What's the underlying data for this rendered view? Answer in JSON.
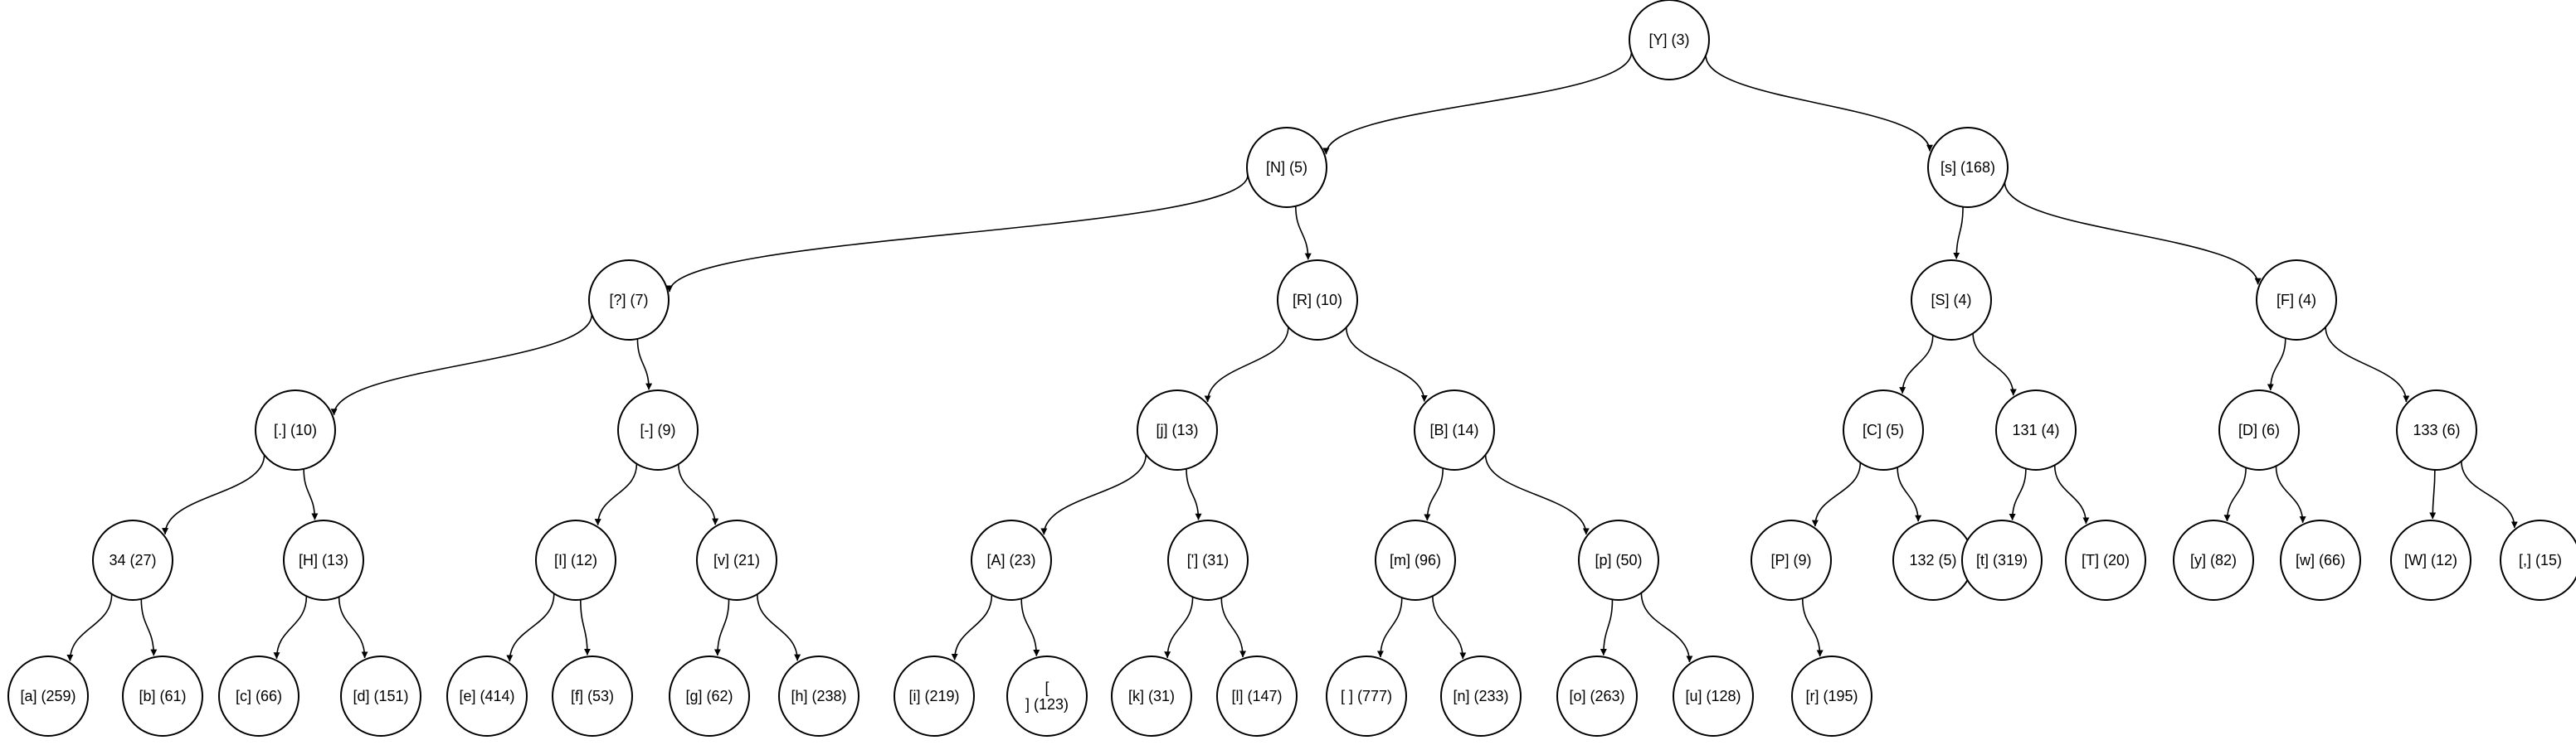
{
  "tree": {
    "nodes": [
      {
        "id": "n_Y",
        "label": "[Y] (3)"
      },
      {
        "id": "n_N",
        "label": "[N] (5)"
      },
      {
        "id": "n_s",
        "label": "[s] (168)"
      },
      {
        "id": "n_q",
        "label": "[?] (7)"
      },
      {
        "id": "n_R",
        "label": "[R] (10)"
      },
      {
        "id": "n_S",
        "label": "[S] (4)"
      },
      {
        "id": "n_F",
        "label": "[F] (4)"
      },
      {
        "id": "n_dot",
        "label": "[.] (10)"
      },
      {
        "id": "n_dash",
        "label": "[-] (9)"
      },
      {
        "id": "n_j",
        "label": "[j] (13)"
      },
      {
        "id": "n_B",
        "label": "[B] (14)"
      },
      {
        "id": "n_C",
        "label": "[C] (5)"
      },
      {
        "id": "n_131",
        "label": "131 (4)"
      },
      {
        "id": "n_D",
        "label": "[D] (6)"
      },
      {
        "id": "n_133",
        "label": "133 (6)"
      },
      {
        "id": "n_34",
        "label": "34 (27)"
      },
      {
        "id": "n_H",
        "label": "[H] (13)"
      },
      {
        "id": "n_I",
        "label": "[I] (12)"
      },
      {
        "id": "n_v",
        "label": "[v] (21)"
      },
      {
        "id": "n_A",
        "label": "[A] (23)"
      },
      {
        "id": "n_apos",
        "label": "['] (31)"
      },
      {
        "id": "n_m",
        "label": "[m] (96)"
      },
      {
        "id": "n_p",
        "label": "[p] (50)"
      },
      {
        "id": "n_P",
        "label": "[P] (9)"
      },
      {
        "id": "n_132",
        "label": "132 (5)"
      },
      {
        "id": "n_t",
        "label": "[t] (319)"
      },
      {
        "id": "n_T",
        "label": "[T] (20)"
      },
      {
        "id": "n_y",
        "label": "[y] (82)"
      },
      {
        "id": "n_w",
        "label": "[w] (66)"
      },
      {
        "id": "n_W",
        "label": "[W] (12)"
      },
      {
        "id": "n_comma",
        "label": "[,] (15)"
      },
      {
        "id": "n_a",
        "label": "[a] (259)"
      },
      {
        "id": "n_b",
        "label": "[b] (61)"
      },
      {
        "id": "n_c",
        "label": "[c] (66)"
      },
      {
        "id": "n_d",
        "label": "[d] (151)"
      },
      {
        "id": "n_e",
        "label": "[e] (414)"
      },
      {
        "id": "n_f",
        "label": "[f] (53)"
      },
      {
        "id": "n_g",
        "label": "[g] (62)"
      },
      {
        "id": "n_h",
        "label": "[h] (238)"
      },
      {
        "id": "n_i",
        "label": "[i] (219)"
      },
      {
        "id": "n_nl",
        "label": "[\n] (123)"
      },
      {
        "id": "n_k",
        "label": "[k] (31)"
      },
      {
        "id": "n_l",
        "label": "[l] (147)"
      },
      {
        "id": "n_space",
        "label": "[ ] (777)"
      },
      {
        "id": "n_n",
        "label": "[n] (233)"
      },
      {
        "id": "n_o",
        "label": "[o] (263)"
      },
      {
        "id": "n_u",
        "label": "[u] (128)"
      },
      {
        "id": "n_r",
        "label": "[r] (195)"
      }
    ],
    "edges": [
      [
        "n_Y",
        "n_N"
      ],
      [
        "n_Y",
        "n_s"
      ],
      [
        "n_N",
        "n_q"
      ],
      [
        "n_N",
        "n_R"
      ],
      [
        "n_s",
        "n_S"
      ],
      [
        "n_s",
        "n_F"
      ],
      [
        "n_q",
        "n_dot"
      ],
      [
        "n_q",
        "n_dash"
      ],
      [
        "n_R",
        "n_j"
      ],
      [
        "n_R",
        "n_B"
      ],
      [
        "n_S",
        "n_C"
      ],
      [
        "n_S",
        "n_131"
      ],
      [
        "n_F",
        "n_D"
      ],
      [
        "n_F",
        "n_133"
      ],
      [
        "n_dot",
        "n_34"
      ],
      [
        "n_dot",
        "n_H"
      ],
      [
        "n_dash",
        "n_I"
      ],
      [
        "n_dash",
        "n_v"
      ],
      [
        "n_j",
        "n_A"
      ],
      [
        "n_j",
        "n_apos"
      ],
      [
        "n_B",
        "n_m"
      ],
      [
        "n_B",
        "n_p"
      ],
      [
        "n_C",
        "n_P"
      ],
      [
        "n_C",
        "n_132"
      ],
      [
        "n_131",
        "n_t"
      ],
      [
        "n_131",
        "n_T"
      ],
      [
        "n_D",
        "n_y"
      ],
      [
        "n_D",
        "n_w"
      ],
      [
        "n_133",
        "n_W"
      ],
      [
        "n_133",
        "n_comma"
      ],
      [
        "n_34",
        "n_a"
      ],
      [
        "n_34",
        "n_b"
      ],
      [
        "n_H",
        "n_c"
      ],
      [
        "n_H",
        "n_d"
      ],
      [
        "n_I",
        "n_e"
      ],
      [
        "n_I",
        "n_f"
      ],
      [
        "n_v",
        "n_g"
      ],
      [
        "n_v",
        "n_h"
      ],
      [
        "n_A",
        "n_i"
      ],
      [
        "n_A",
        "n_nl"
      ],
      [
        "n_apos",
        "n_k"
      ],
      [
        "n_apos",
        "n_l"
      ],
      [
        "n_m",
        "n_space"
      ],
      [
        "n_m",
        "n_n"
      ],
      [
        "n_p",
        "n_o"
      ],
      [
        "n_p",
        "n_u"
      ],
      [
        "n_P",
        "n_r"
      ]
    ]
  }
}
